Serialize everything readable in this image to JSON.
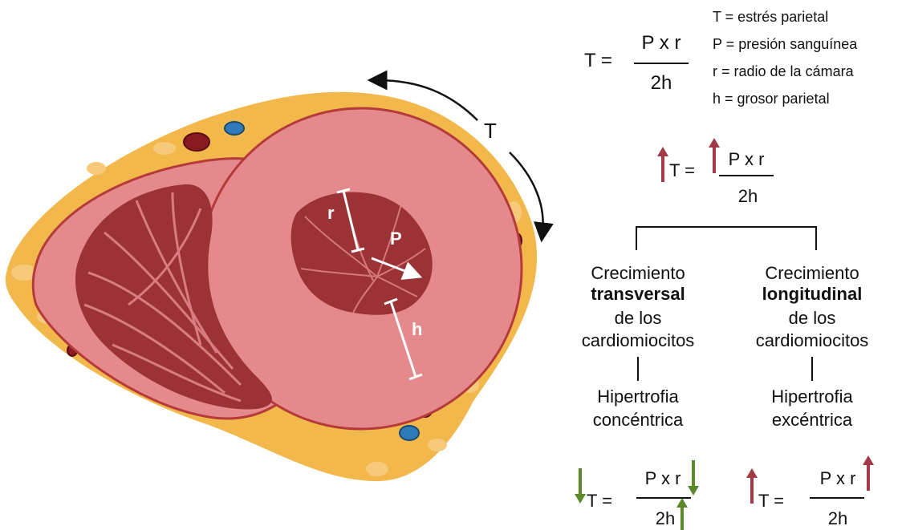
{
  "heart": {
    "label_tension": "T",
    "label_radius": "r",
    "label_pressure": "P",
    "label_thickness": "h"
  },
  "equation_main": {
    "lhs": "T =",
    "numerator": "P x r",
    "denominator": "2h"
  },
  "legend": [
    "T = estrés parietal",
    "P = presión sanguínea",
    "r = radio de la cámara",
    "h = grosor parietal"
  ],
  "equation_increase": {
    "lhs": "T =",
    "numerator": "P x r",
    "denominator": "2h"
  },
  "branch_left": {
    "line1": "Crecimiento",
    "line2": "transversal",
    "line3": "de los",
    "line4": "cardiomiocitos",
    "result1": "Hipertrofia",
    "result2": "concéntrica"
  },
  "branch_right": {
    "line1": "Crecimiento",
    "line2": "longitudinal",
    "line3": "de los",
    "line4": "cardiomiocitos",
    "result1": "Hipertrofia",
    "result2": "excéntrica"
  },
  "equation_concentric": {
    "lhs": "T =",
    "numerator": "P x r",
    "denominator": "2h"
  },
  "equation_eccentric": {
    "lhs": "T =",
    "numerator": "P x r",
    "denominator": "2h"
  },
  "colors": {
    "increase_arrow": "#a33a45",
    "decrease_arrow": "#5a8a2a",
    "fat": "#f2b84b",
    "myocardium": "#e48a8c",
    "cavity": "#9b3236",
    "epicardium_line": "#b53a3a"
  }
}
